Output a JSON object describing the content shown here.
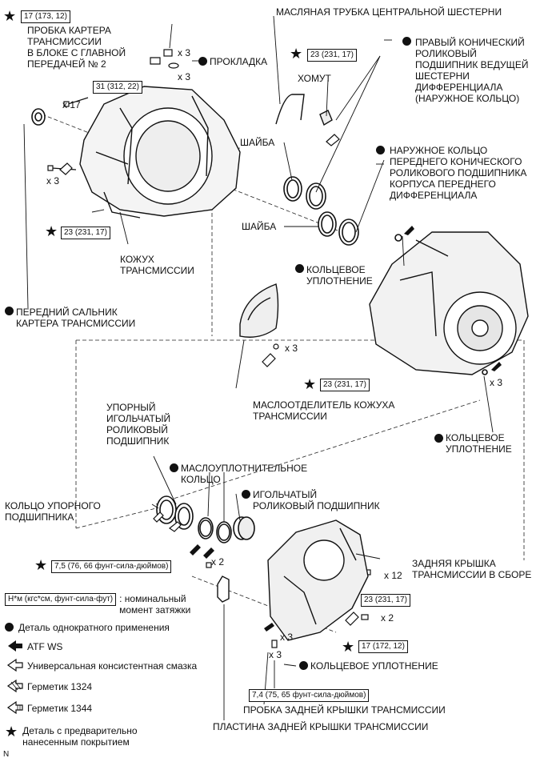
{
  "labels": {
    "plug_case": "ПРОБКА КАРТЕРА\nТРАНСМИССИИ\nВ БЛОКЕ С ГЛАВНОЙ\nПЕРЕДАЧЕЙ № 2",
    "gasket": "ПРОКЛАДКА",
    "oil_tube": "МАСЛЯНАЯ ТРУБКА ЦЕНТРАЛЬНОЙ ШЕСТЕРНИ",
    "right_bearing": "ПРАВЫЙ КОНИЧЕСКИЙ\nРОЛИКОВЫЙ\nПОДШИПНИК ВЕДУЩЕЙ\nШЕСТЕРНИ\nДИФФЕРЕНЦИАЛА\n(НАРУЖНОЕ КОЛЬЦО)",
    "clamp": "ХОМУТ",
    "washer_1": "ШАЙБА",
    "washer_2": "ШАЙБА",
    "outer_ring_front": "НАРУЖНОЕ КОЛЬЦО\nПЕРЕДНЕГО КОНИЧЕСКОГО\nРОЛИКОВОГО ПОДШИПНИКА\nКОРПУСА ПЕРЕДНЕГО\nДИФФЕРЕНЦИАЛА",
    "oring_1": "КОЛЬЦЕВОЕ\nУПЛОТНЕНИЕ",
    "housing": "КОЖУХ\nТРАНСМИССИИ",
    "front_seal": "ПЕРЕДНИЙ САЛЬНИК\nКАРТЕРА ТРАНСМИССИИ",
    "separator": "МАСЛООТДЕЛИТЕЛЬ КОЖУХА\nТРАНСМИССИИ",
    "oring_2": "КОЛЬЦЕВОЕ\nУПЛОТНЕНИЕ",
    "thrust_bearing": "УПОРНЫЙ\nИГОЛЬЧАТЫЙ\nРОЛИКОВЫЙ\nПОДШИПНИК",
    "oil_seal_ring": "МАСЛОУПЛОТНИТЕЛЬНОЕ\nКОЛЬЦО",
    "thrust_race": "КОЛЬЦО УПОРНОГО\nПОДШИПНИКА",
    "needle_bearing": "ИГОЛЬЧАТЫЙ\nРОЛИКОВЫЙ ПОДШИПНИК",
    "rear_cover": "ЗАДНЯЯ КРЫШКА\nТРАНСМИССИИ В СБОРЕ",
    "oring_3": "КОЛЬЦЕВОЕ УПЛОТНЕНИЕ",
    "rear_plug": "ПРОБКА ЗАДНЕЙ КРЫШКИ ТРАНСМИССИИ",
    "rear_plate": "ПЛАСТИНА ЗАДНЕЙ КРЫШКИ ТРАНСМИССИИ"
  },
  "torque": {
    "t1": "17 (173, 12)",
    "t2": "23 (231, 17)",
    "t3": "31 (312, 22)",
    "t4": "23 (231, 17)",
    "t5": "23 (231, 17)",
    "t6": "7,5 (76, 66 фунт-сила-дюймов)",
    "t7": "23 (231, 17)",
    "t8": "17 (172, 12)",
    "t9": "7,4 (75, 65 фунт-сила-дюймов)"
  },
  "multipliers": {
    "m1": "x 3",
    "m2": "x 3",
    "m3": "x 17",
    "m4": "x 3",
    "m5": "x 3",
    "m6": "x 3",
    "m7": "x 2",
    "m8": "x 12",
    "m9": "x 2",
    "m10": "x 3",
    "m11": "x 3"
  },
  "legend": {
    "torque_box": "Н*м (кгс*см, фунт-сила-фут)",
    "torque_desc": ": номинальный\nмомент затяжки",
    "single_use": "Деталь однократного применения",
    "atf": "ATF WS",
    "grease": "Универсальная консистентная смазка",
    "sealant_1324": "Герметик 1324",
    "sealant_1344": "Герметик 1344",
    "precoated": "Деталь с предварительно\nнанесенным покрытием"
  },
  "corner_mark": "N"
}
